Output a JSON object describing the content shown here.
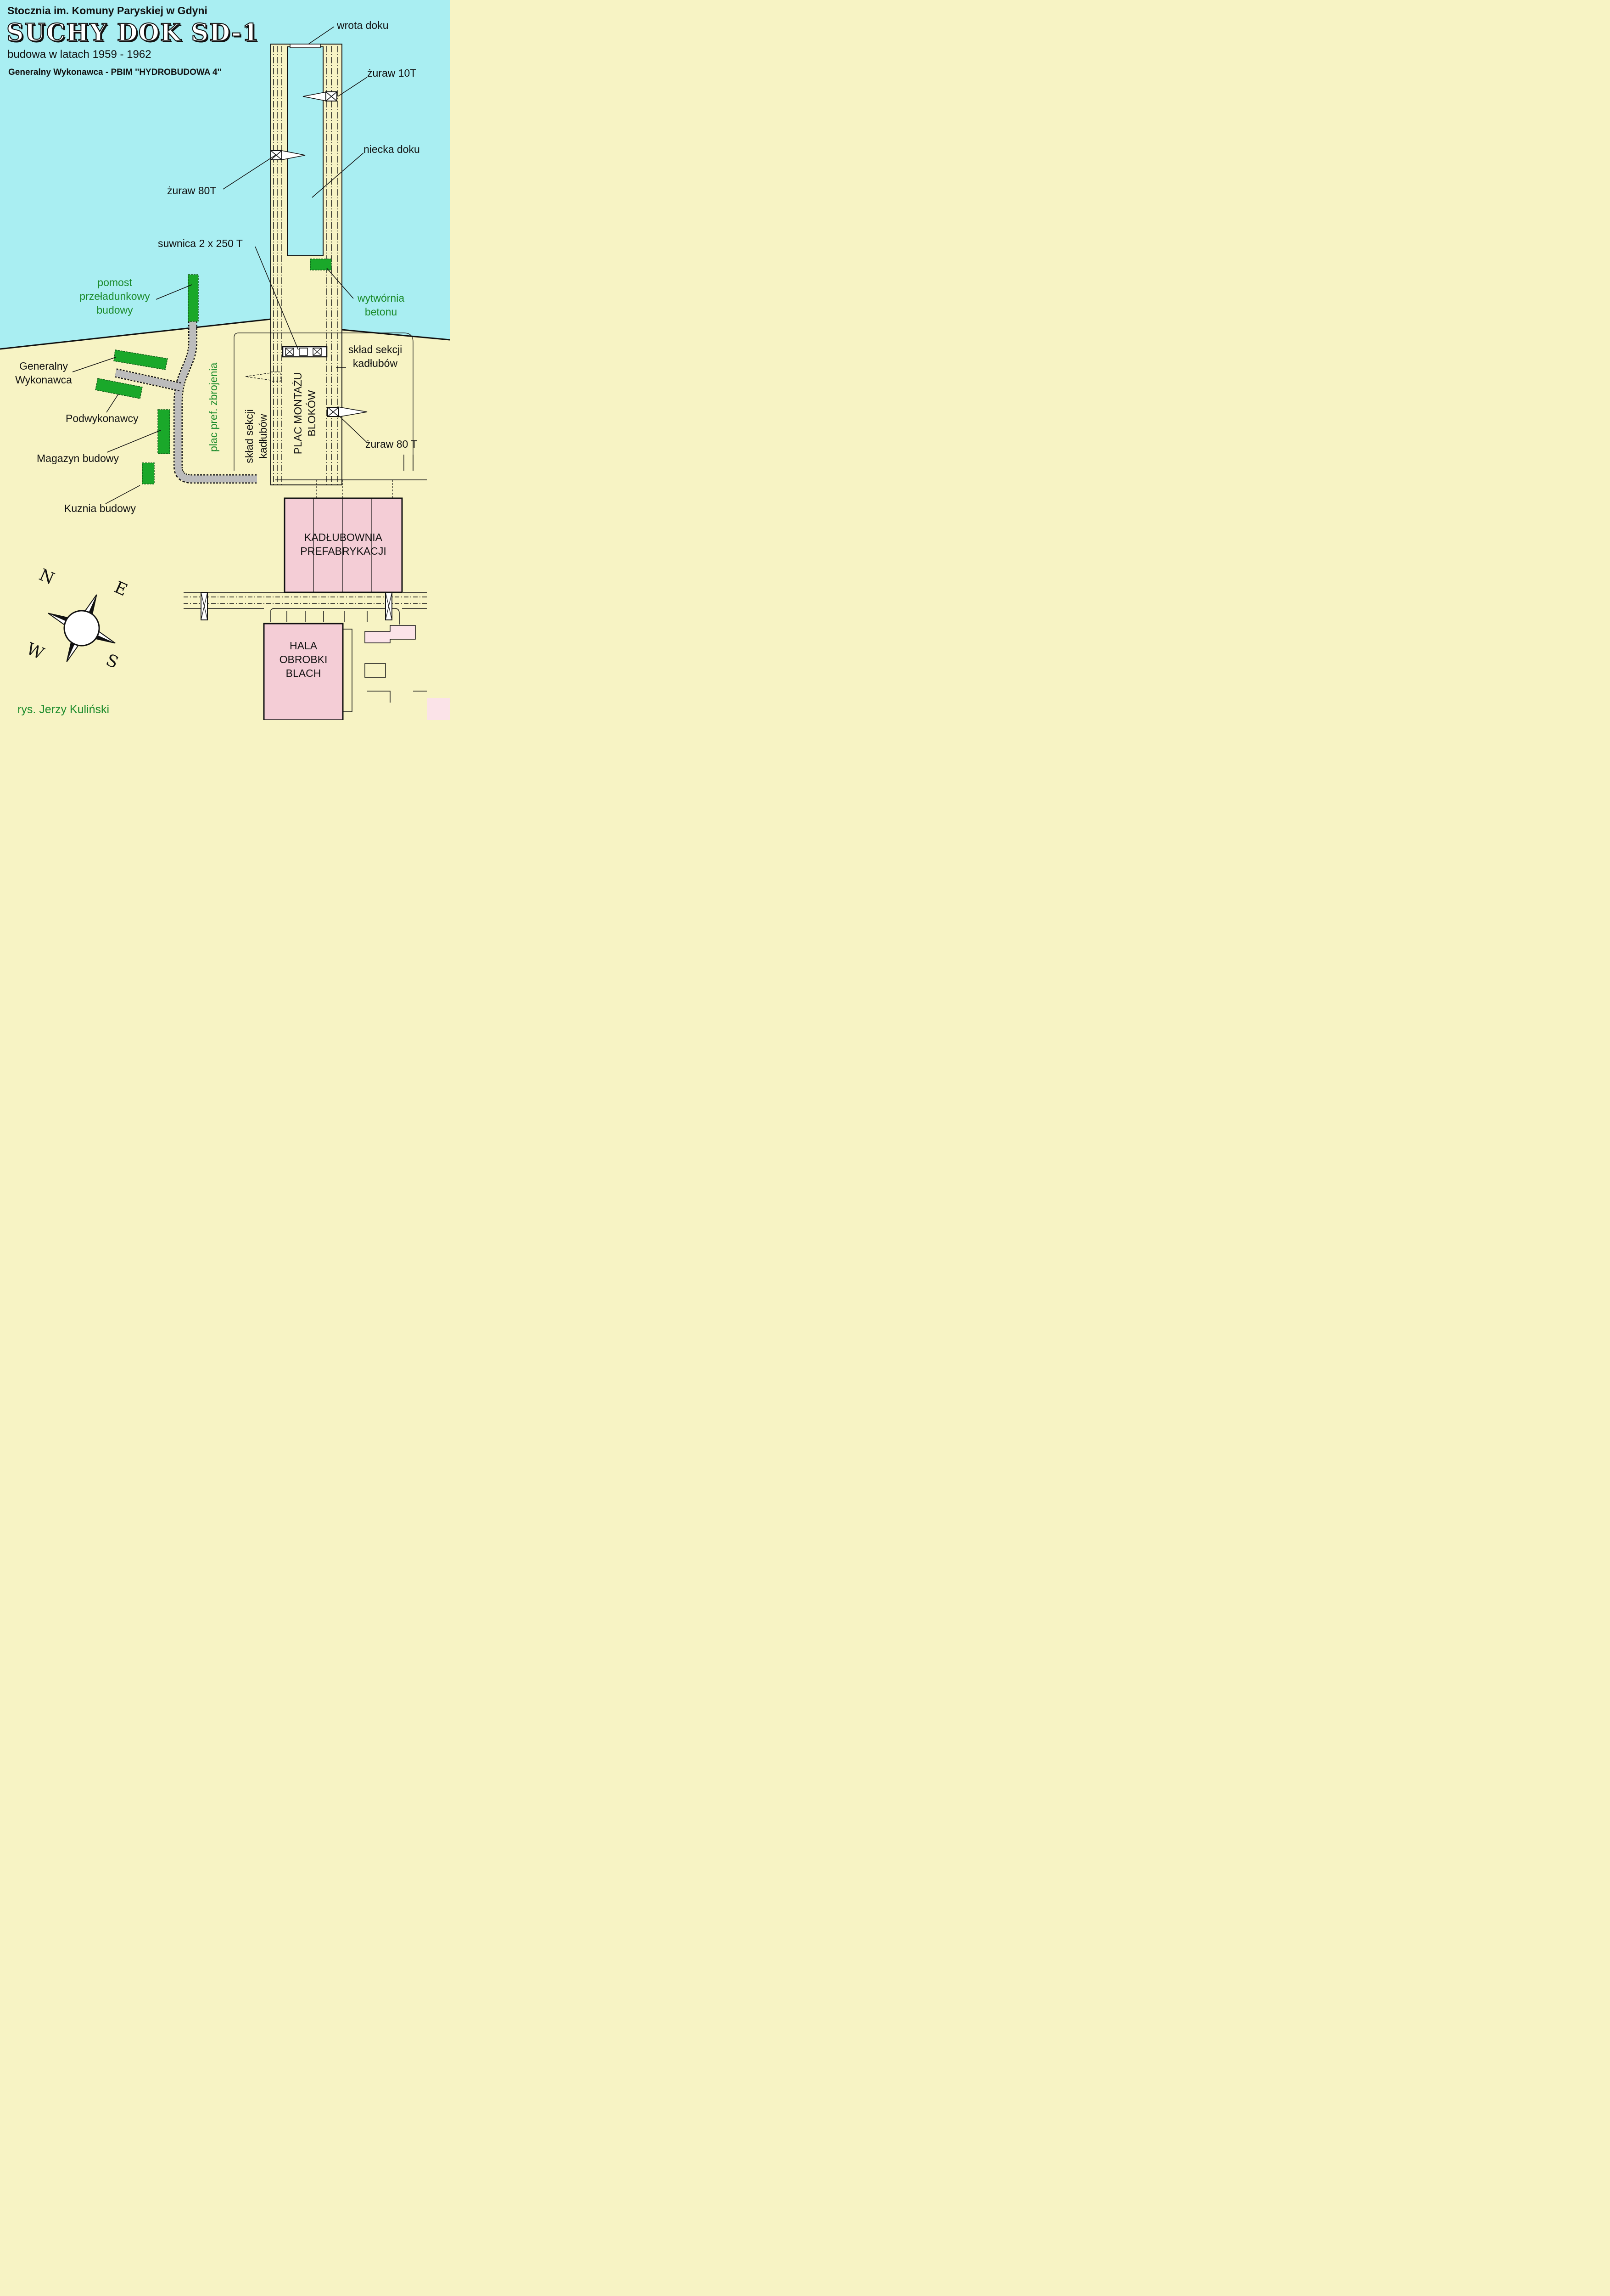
{
  "header": {
    "shipyard": "Stocznia im. Komuny Paryskiej w Gdyni",
    "title": "SUCHY DOK  SD-1",
    "years": "budowa w latach 1959 - 1962",
    "contractor": "Generalny Wykonawca - PBIM ''HYDROBUDOWA 4''"
  },
  "labels": {
    "dock_gate": "wrota doku",
    "crane_10t": "żuraw 10T",
    "dock_basin": "niecka doku",
    "crane_80t_north": "żuraw 80T",
    "gantry_crane": "suwnica 2 x 250 T",
    "pier_line1": "pomost",
    "pier_line2": "przeładunkowy",
    "pier_line3": "budowy",
    "concrete_plant_line1": "wytwórnia",
    "concrete_plant_line2": "betonu",
    "section_store_east_line1": "skład sekcji",
    "section_store_east_line2": "kadłubów",
    "general_contractor_line1": "Generalny",
    "general_contractor_line2": "Wykonawca",
    "subcontractors": "Podwykonawcy",
    "warehouse": "Magazyn budowy",
    "forge": "Kuznia budowy",
    "rebar_yard": "plac pref. zbrojenia",
    "section_store_west_line1": "skład sekcji",
    "section_store_west_line2": "kadłubów",
    "assembly_line1": "PLAC MONTAŻU",
    "assembly_line2": "BLOKÓW",
    "crane_80t_south": "żuraw 80 T",
    "hull_shop_line1": "KADŁUBOWNIA",
    "hull_shop_line2": "PREFABRYKACJI",
    "plate_shop_line1": "HALA",
    "plate_shop_line2": "OBROBKI",
    "plate_shop_line3": "BLACH",
    "credit": "rys. Jerzy Kuliński"
  },
  "compass": {
    "n": "N",
    "e": "E",
    "s": "S",
    "w": "W"
  },
  "colors": {
    "water": "#a9eef2",
    "land": "#f7f3c4",
    "site_facility": "#1aa82a",
    "hall": "#f4cdd6",
    "road": "#bcbcbc",
    "label_green": "#1a8a2a"
  }
}
